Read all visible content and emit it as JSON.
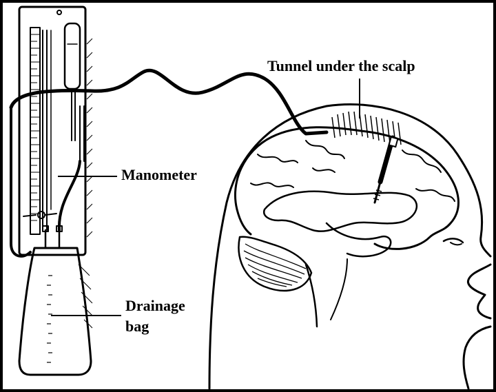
{
  "labels": {
    "tunnel": "Tunnel under the scalp",
    "manometer": "Manometer",
    "drainage_line1": "Drainage",
    "drainage_line2": "bag"
  },
  "colors": {
    "ink": "#000000",
    "background": "#ffffff"
  },
  "icons": [
    "manometer-board",
    "drainage-bag",
    "catheter-tubing",
    "head-profile",
    "brain",
    "ventricular-catheter"
  ]
}
